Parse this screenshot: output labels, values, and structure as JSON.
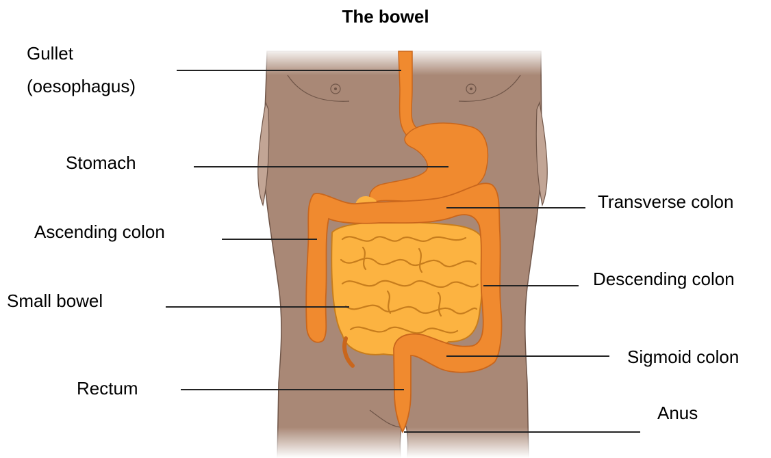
{
  "title": "The bowel",
  "labels": {
    "gullet": "Gullet",
    "gullet_sub": "(oesophagus)",
    "stomach": "Stomach",
    "ascending_colon": "Ascending colon",
    "small_bowel": "Small bowel",
    "rectum": "Rectum",
    "transverse_colon": "Transverse colon",
    "descending_colon": "Descending colon",
    "sigmoid_colon": "Sigmoid colon",
    "anus": "Anus"
  },
  "colors": {
    "skin": "#a98876",
    "skin_shade": "#c2a595",
    "outline": "#6f5548",
    "colon": "#f08a2f",
    "colon_edge": "#c9661c",
    "small_bowel": "#fcb341",
    "small_bowel_edge": "#c77d1d",
    "leader_line": "#222222"
  }
}
